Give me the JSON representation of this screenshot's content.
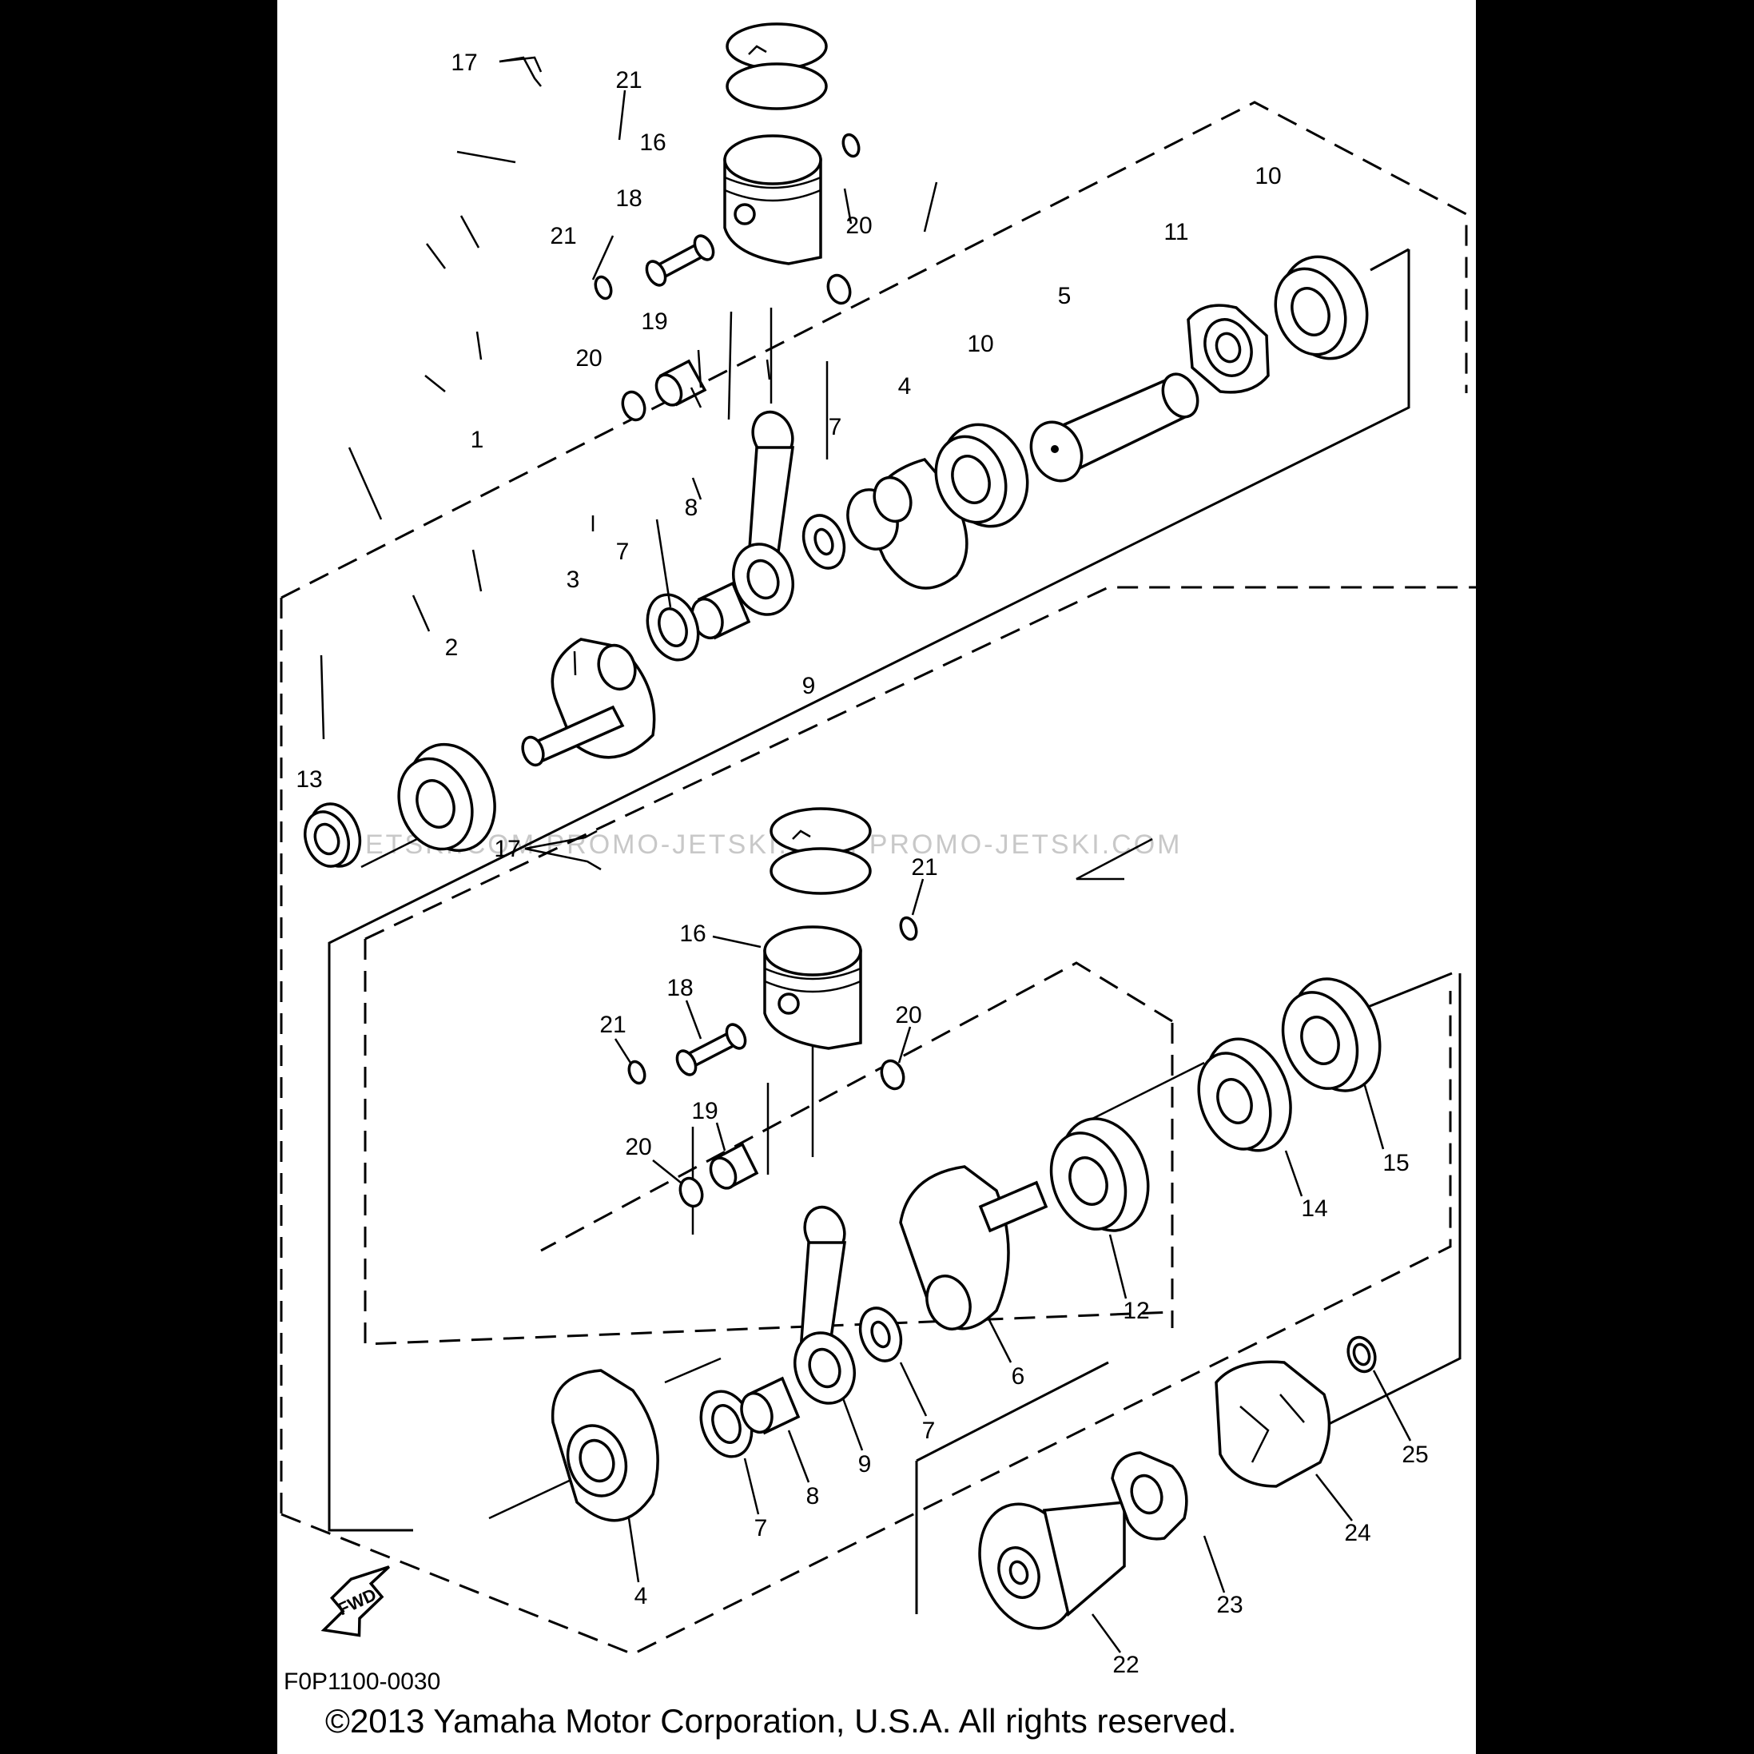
{
  "diagram_code": "F0P1100-0030",
  "copyright": "©2013 Yamaha Motor Corporation, U.S.A. All rights reserved.",
  "watermark": "JETSKI.COM   PROMO-JETSKI.COM   PROMO-JETSKI.COM",
  "fwd_label": "FWD",
  "callouts": {
    "c1": "1",
    "c2": "2",
    "c3": "3",
    "c4a": "4",
    "c4b": "4",
    "c5": "5",
    "c6": "6",
    "c7a": "7",
    "c7b": "7",
    "c7c": "7",
    "c7d": "7",
    "c8a": "8",
    "c8b": "8",
    "c9a": "9",
    "c9b": "9",
    "c10a": "10",
    "c10b": "10",
    "c11": "11",
    "c12": "12",
    "c13": "13",
    "c14": "14",
    "c15": "15",
    "c16a": "16",
    "c16b": "16",
    "c17a": "17",
    "c17b": "17",
    "c18a": "18",
    "c18b": "18",
    "c19a": "19",
    "c19b": "19",
    "c20a": "20",
    "c20b": "20",
    "c20c": "20",
    "c20d": "20",
    "c21a": "21",
    "c21b": "21",
    "c21c": "21",
    "c21d": "21",
    "c22": "22",
    "c23": "23",
    "c24": "24",
    "c25": "25"
  }
}
